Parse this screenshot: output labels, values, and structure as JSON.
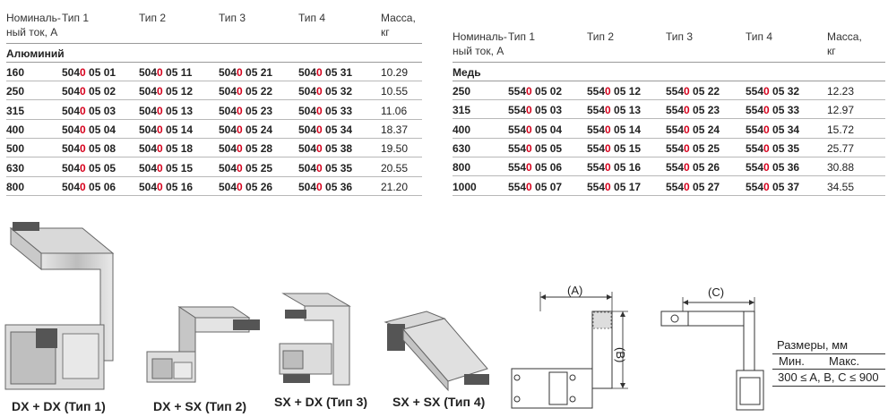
{
  "left_table": {
    "headers": [
      "Номиналь-",
      "ный ток, А",
      "Тип 1",
      "Тип 2",
      "Тип 3",
      "Тип 4",
      "Масса,",
      "кг"
    ],
    "section": "Алюминий",
    "rows": [
      {
        "current": "160",
        "t1": [
          "504",
          "0",
          " 05 01"
        ],
        "t2": [
          "504",
          "0",
          " 05 11"
        ],
        "t3": [
          "504",
          "0",
          " 05 21"
        ],
        "t4": [
          "504",
          "0",
          " 05 31"
        ],
        "mass": "10.29"
      },
      {
        "current": "250",
        "t1": [
          "504",
          "0",
          " 05 02"
        ],
        "t2": [
          "504",
          "0",
          " 05 12"
        ],
        "t3": [
          "504",
          "0",
          " 05 22"
        ],
        "t4": [
          "504",
          "0",
          " 05 32"
        ],
        "mass": "10.55"
      },
      {
        "current": "315",
        "t1": [
          "504",
          "0",
          " 05 03"
        ],
        "t2": [
          "504",
          "0",
          " 05 13"
        ],
        "t3": [
          "504",
          "0",
          " 05 23"
        ],
        "t4": [
          "504",
          "0",
          " 05 33"
        ],
        "mass": "11.06"
      },
      {
        "current": "400",
        "t1": [
          "504",
          "0",
          " 05 04"
        ],
        "t2": [
          "504",
          "0",
          " 05 14"
        ],
        "t3": [
          "504",
          "0",
          " 05 24"
        ],
        "t4": [
          "504",
          "0",
          " 05 34"
        ],
        "mass": "18.37"
      },
      {
        "current": "500",
        "t1": [
          "504",
          "0",
          " 05 08"
        ],
        "t2": [
          "504",
          "0",
          " 05 18"
        ],
        "t3": [
          "504",
          "0",
          " 05 28"
        ],
        "t4": [
          "504",
          "0",
          " 05 38"
        ],
        "mass": "19.50"
      },
      {
        "current": "630",
        "t1": [
          "504",
          "0",
          " 05 05"
        ],
        "t2": [
          "504",
          "0",
          " 05 15"
        ],
        "t3": [
          "504",
          "0",
          " 05 25"
        ],
        "t4": [
          "504",
          "0",
          " 05 35"
        ],
        "mass": "20.55"
      },
      {
        "current": "800",
        "t1": [
          "504",
          "0",
          " 05 06"
        ],
        "t2": [
          "504",
          "0",
          " 05 16"
        ],
        "t3": [
          "504",
          "0",
          " 05 26"
        ],
        "t4": [
          "504",
          "0",
          " 05 36"
        ],
        "mass": "21.20"
      }
    ]
  },
  "right_table": {
    "headers": [
      "Номиналь-",
      "ный ток, А",
      "Тип 1",
      "Тип 2",
      "Тип 3",
      "Тип 4",
      "Масса,",
      "кг"
    ],
    "section": "Медь",
    "rows": [
      {
        "current": "250",
        "t1": [
          "554",
          "0",
          " 05 02"
        ],
        "t2": [
          "554",
          "0",
          " 05 12"
        ],
        "t3": [
          "554",
          "0",
          " 05 22"
        ],
        "t4": [
          "554",
          "0",
          " 05 32"
        ],
        "mass": "12.23"
      },
      {
        "current": "315",
        "t1": [
          "554",
          "0",
          " 05 03"
        ],
        "t2": [
          "554",
          "0",
          " 05 13"
        ],
        "t3": [
          "554",
          "0",
          " 05 23"
        ],
        "t4": [
          "554",
          "0",
          " 05 33"
        ],
        "mass": "12.97"
      },
      {
        "current": "400",
        "t1": [
          "554",
          "0",
          " 05 04"
        ],
        "t2": [
          "554",
          "0",
          " 05 14"
        ],
        "t3": [
          "554",
          "0",
          " 05 24"
        ],
        "t4": [
          "554",
          "0",
          " 05 34"
        ],
        "mass": "15.72"
      },
      {
        "current": "630",
        "t1": [
          "554",
          "0",
          " 05 05"
        ],
        "t2": [
          "554",
          "0",
          " 05 15"
        ],
        "t3": [
          "554",
          "0",
          " 05 25"
        ],
        "t4": [
          "554",
          "0",
          " 05 35"
        ],
        "mass": "25.77"
      },
      {
        "current": "800",
        "t1": [
          "554",
          "0",
          " 05 06"
        ],
        "t2": [
          "554",
          "0",
          " 05 16"
        ],
        "t3": [
          "554",
          "0",
          " 05 26"
        ],
        "t4": [
          "554",
          "0",
          " 05 36"
        ],
        "mass": "30.88"
      },
      {
        "current": "1000",
        "t1": [
          "554",
          "0",
          " 05 07"
        ],
        "t2": [
          "554",
          "0",
          " 05 17"
        ],
        "t3": [
          "554",
          "0",
          " 05 27"
        ],
        "t4": [
          "554",
          "0",
          " 05 37"
        ],
        "mass": "34.55"
      }
    ]
  },
  "figures": {
    "labels": [
      "DX + DX (Тип 1)",
      "DX + SX (Тип 2)",
      "SX + DX (Тип 3)",
      "SX + SX (Тип 4)"
    ]
  },
  "dimensions": {
    "a": "(A)",
    "b": "(B)",
    "c": "(C)",
    "title": "Размеры, мм",
    "min": "Мин.",
    "max": "Макс.",
    "range": "300 ≤ A, B, C ≤ 900"
  },
  "colors": {
    "accent_red": "#d6001c"
  }
}
